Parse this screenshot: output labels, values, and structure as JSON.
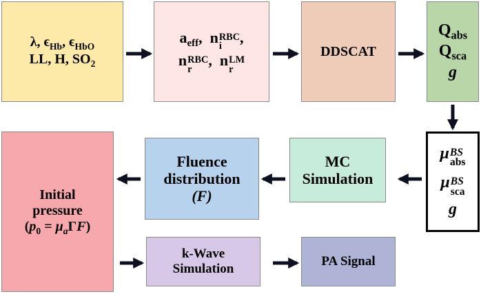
{
  "boxes": {
    "params": {
      "line1": {
        "lambda": "λ,",
        "eps_hb": "ϵ",
        "eps_hb_sub": "Hb",
        "comma": ",",
        "eps_hbo": "ϵ",
        "eps_hbo_sub": "HbO"
      },
      "line2": {
        "text": "LL, H, SO",
        "sub": "2"
      }
    },
    "optics": {
      "line1": {
        "a": "a",
        "a_sub": "eff",
        "sep": ",",
        "n": "n",
        "n_sup": "RBC",
        "n_sub": "i",
        "end": ","
      },
      "line2": {
        "n": "n",
        "n_sup": "RBC",
        "n_sub": "r",
        "sep": ",",
        "n2": "n",
        "n2_sup": "LM",
        "n2_sub": "r"
      }
    },
    "ddscat": {
      "label": "DDSCAT"
    },
    "q": {
      "line1": {
        "q": "Q",
        "sub": "abs"
      },
      "line2": {
        "q": "Q",
        "sub": "sca"
      },
      "line3": {
        "g": "g"
      }
    },
    "mu": {
      "line1": {
        "mu": "μ",
        "sup": "BS",
        "sub": "abs"
      },
      "line2": {
        "mu": "μ",
        "sup": "BS",
        "sub": "sca"
      },
      "line3": {
        "g": "g"
      }
    },
    "mc": {
      "line1": "MC",
      "line2": "Simulation"
    },
    "fluence": {
      "line1": "Fluence",
      "line2": "distribution",
      "line3": "(F)"
    },
    "initial": {
      "line1": "Initial",
      "line2": "pressure",
      "eq": {
        "open": "(",
        "p": "p",
        "p_sub": "0",
        "eq": " = ",
        "mu": "μ",
        "mu_sub": "a",
        "gamma": "Γ",
        "f": "F",
        "close": ")"
      }
    },
    "kwave": {
      "line1": "k-Wave",
      "line2": "Simulation"
    },
    "pa": {
      "label": "PA Signal"
    }
  },
  "colors": {
    "params": "#fdeaa8",
    "optics": "#fde6e4",
    "ddscat": "#efccb8",
    "q": "#b8d6a8",
    "mu": "#ffffff",
    "mc": "#c8ecdc",
    "fluence": "#b6d2ec",
    "initial": "#f7a8ac",
    "kwave": "#d8c8e8",
    "pa": "#afb4d6",
    "arrow": "#0d1020"
  }
}
